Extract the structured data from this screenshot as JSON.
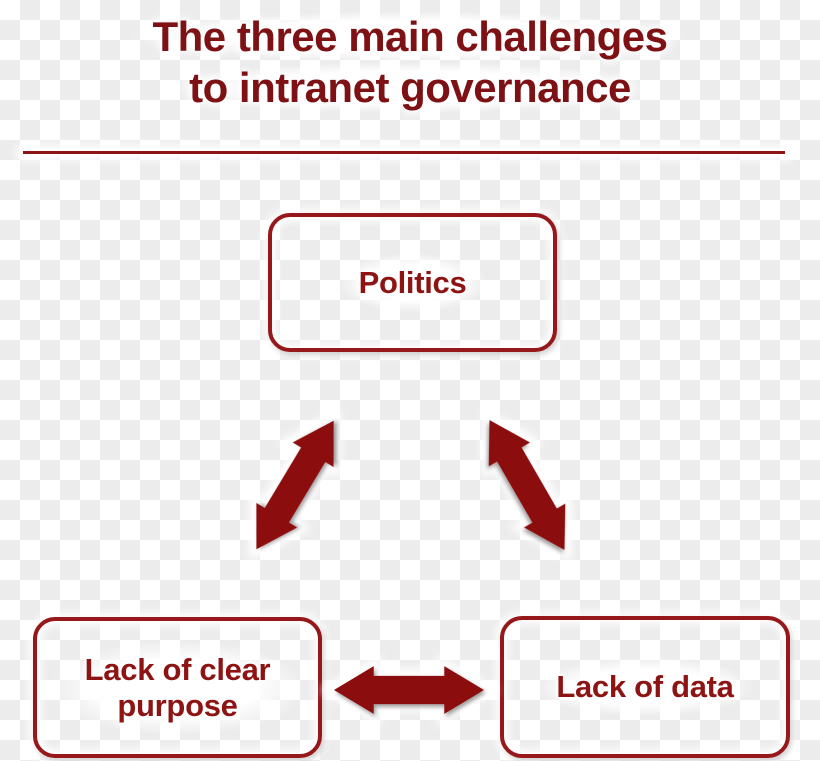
{
  "title": {
    "line1": "The three main challenges",
    "line2": "to intranet governance"
  },
  "nodes": {
    "politics": {
      "label": "Politics"
    },
    "purpose": {
      "label": "Lack of clear purpose"
    },
    "data": {
      "label": "Lack of data"
    }
  },
  "connections": [
    {
      "from": "politics",
      "to": "purpose",
      "style": "double-headed-arrow"
    },
    {
      "from": "politics",
      "to": "data",
      "style": "double-headed-arrow"
    },
    {
      "from": "purpose",
      "to": "data",
      "style": "double-headed-arrow"
    }
  ],
  "colors": {
    "accent": "#8e1414",
    "title_text": "#7d1114",
    "arrow_fill": "#8c0f0f",
    "box_border": "#97181a",
    "checker_a": "#ececec",
    "checker_b": "#ffffff"
  }
}
